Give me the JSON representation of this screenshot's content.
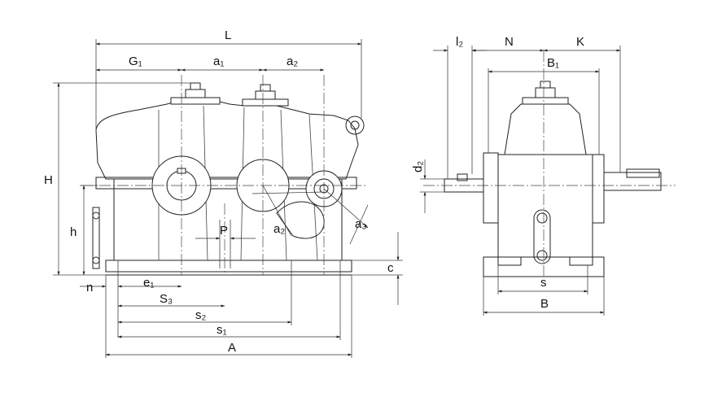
{
  "front_view": {
    "labels": {
      "L": "L",
      "G1": "G₁",
      "a1_top": "a₁",
      "a2_top": "a₂",
      "H": "H",
      "h": "h",
      "P": "P",
      "a2_diag": "a₂",
      "a3_diag": "a₃",
      "c": "c",
      "n": "n",
      "e1": "e₁",
      "S3": "S₃",
      "s2": "s₂",
      "s1": "s₁",
      "A": "A"
    }
  },
  "side_view": {
    "labels": {
      "l2": "l₂",
      "N": "N",
      "K": "K",
      "B1": "B₁",
      "d2": "d₂",
      "s": "s",
      "B": "B"
    }
  }
}
